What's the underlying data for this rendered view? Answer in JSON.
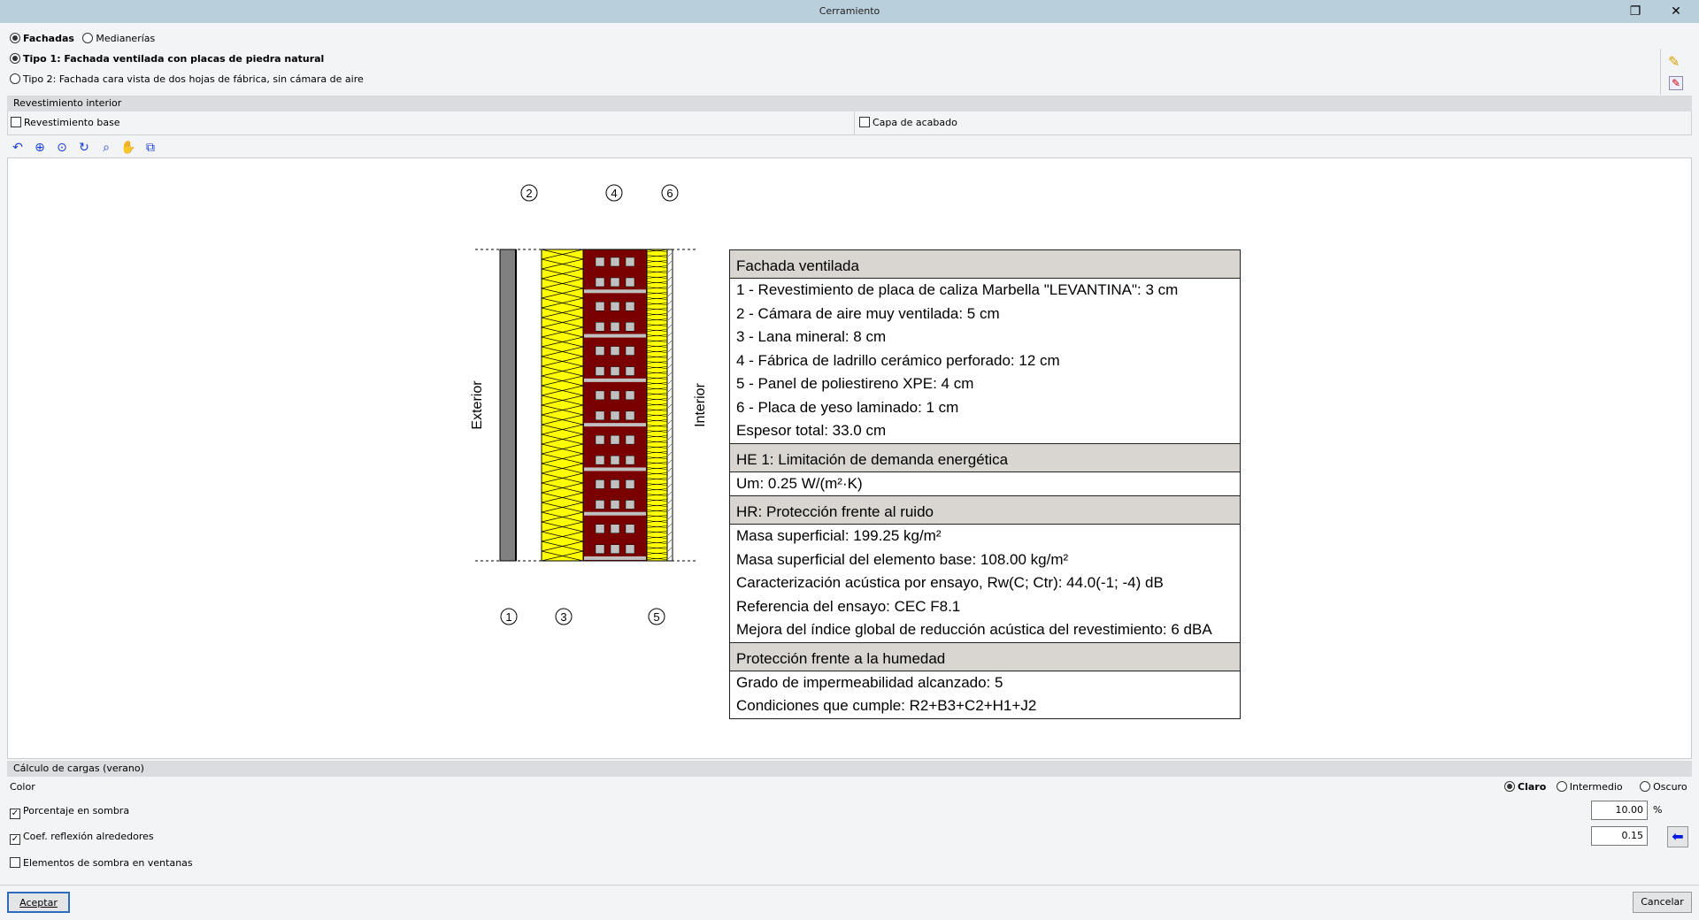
{
  "window": {
    "title": "Cerramiento"
  },
  "type_group": {
    "options": [
      {
        "label": "Fachadas",
        "selected": true
      },
      {
        "label": "Medianerías",
        "selected": false
      }
    ]
  },
  "tipo": {
    "options": [
      {
        "label": "Tipo 1: Fachada ventilada con placas de piedra natural",
        "selected": true
      },
      {
        "label": "Tipo 2: Fachada cara vista de dos hojas de fábrica, sin cámara de aire",
        "selected": false
      }
    ]
  },
  "revestimiento": {
    "header": "Revestimiento interior",
    "base_label": "Revestimiento base",
    "base_checked": false,
    "acabado_label": "Capa de acabado",
    "acabado_checked": false
  },
  "diagram": {
    "exterior": "Exterior",
    "interior": "Interior",
    "markers": [
      "1",
      "2",
      "3",
      "4",
      "5",
      "6"
    ],
    "colors": {
      "stone": "#808080",
      "wool": "#ffff00",
      "brick": "#7a0000",
      "mortar": "#c0c0c0"
    }
  },
  "table": {
    "sections": [
      {
        "title": "Fachada ventilada",
        "rows": [
          "1 - Revestimiento de placa de caliza Marbella \"LEVANTINA\": 3 cm",
          "2 - Cámara de aire muy ventilada: 5 cm",
          "3 - Lana mineral: 8 cm",
          "4 - Fábrica de ladrillo cerámico perforado: 12 cm",
          "5 - Panel de poliestireno XPE: 4 cm",
          "6 - Placa de yeso laminado: 1 cm",
          "Espesor total: 33.0 cm"
        ]
      },
      {
        "title": "HE 1: Limitación de demanda energética",
        "rows": [
          "Um: 0.25 W/(m²·K)"
        ]
      },
      {
        "title": "HR: Protección frente al ruido",
        "rows": [
          "Masa superficial: 199.25 kg/m²",
          "Masa superficial del elemento base: 108.00 kg/m²",
          "Caracterización acústica por ensayo, Rw(C; Ctr): 44.0(-1; -4) dB",
          "Referencia del ensayo: CEC F8.1",
          "Mejora del índice global de reducción acústica del revestimiento: 6 dBA"
        ]
      },
      {
        "title": "Protección frente a la humedad",
        "rows": [
          "Grado de impermeabilidad alcanzado: 5",
          "Condiciones que cumple: R2+B3+C2+H1+J2"
        ]
      }
    ]
  },
  "cargas": {
    "header": "Cálculo de cargas (verano)",
    "color_label": "Color",
    "color_options": [
      {
        "label": "Claro",
        "selected": true
      },
      {
        "label": "Intermedio",
        "selected": false
      },
      {
        "label": "Oscuro",
        "selected": false
      }
    ],
    "sombra_label": "Porcentaje en sombra",
    "sombra_value": "10.00",
    "sombra_unit": "%",
    "coef_label": "Coef. reflexión alrededores",
    "coef_value": "0.15",
    "elementos_label": "Elementos de sombra en ventanas"
  },
  "buttons": {
    "accept": "Aceptar",
    "cancel": "Cancelar"
  }
}
